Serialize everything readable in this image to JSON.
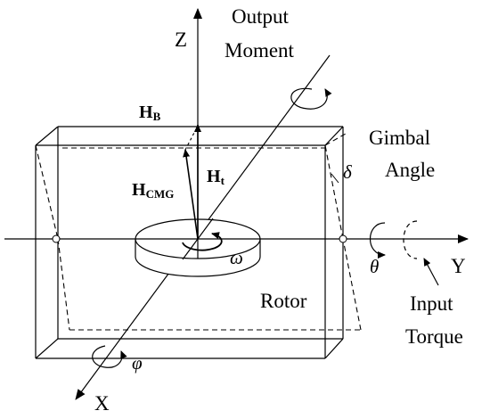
{
  "labels": {
    "axis_z": "Z",
    "axis_y": "Y",
    "axis_x": "X",
    "output_moment_line1": "Output",
    "output_moment_line2": "Moment",
    "gimbal_angle_line1": "Gimbal",
    "gimbal_angle_line2": "Angle",
    "delta": "δ",
    "h_b": "H",
    "h_b_sub": "B",
    "h_t": "H",
    "h_t_sub": "t",
    "h_cmg": "H",
    "h_cmg_sub": "CMG",
    "omega": "ω",
    "theta": "θ",
    "phi": "φ",
    "rotor": "Rotor",
    "input_torque_line1": "Input",
    "input_torque_line2": "Torque"
  }
}
